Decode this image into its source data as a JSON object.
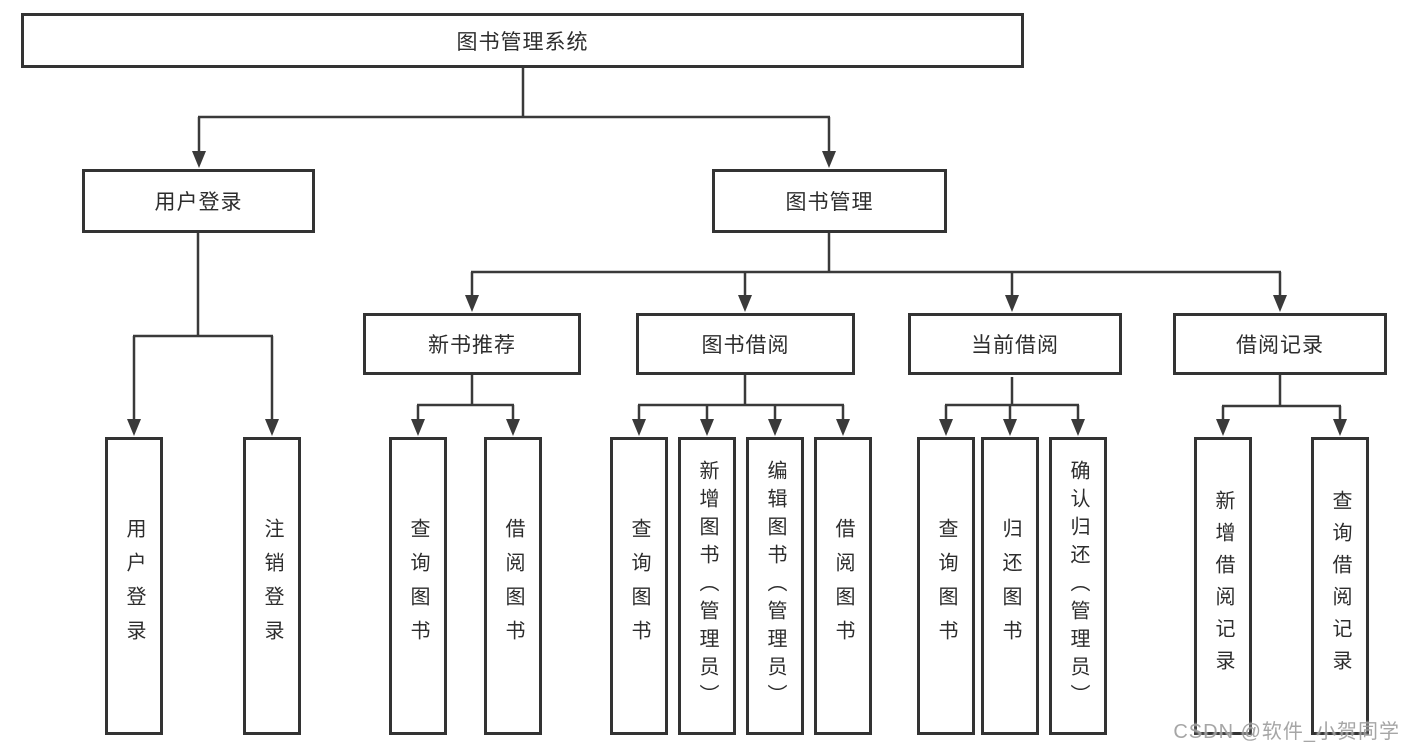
{
  "diagram": {
    "watermark": "CSDN @软件_小贺同学",
    "colors": {
      "background": "#ffffff",
      "line": "#3a3a3a",
      "box_border": "#333333",
      "text": "#2d2d2d",
      "watermark_text": "#969696"
    },
    "tree": {
      "label": "图书管理系统",
      "children": [
        {
          "label": "用户登录",
          "children": [
            {
              "label": "用户登录"
            },
            {
              "label": "注销登录"
            }
          ]
        },
        {
          "label": "图书管理",
          "children": [
            {
              "label": "新书推荐",
              "children": [
                {
                  "label": "查询图书"
                },
                {
                  "label": "借阅图书"
                }
              ]
            },
            {
              "label": "图书借阅",
              "children": [
                {
                  "label": "查询图书"
                },
                {
                  "label": "新增图书（管理员）"
                },
                {
                  "label": "编辑图书（管理员）"
                },
                {
                  "label": "借阅图书"
                }
              ]
            },
            {
              "label": "当前借阅",
              "children": [
                {
                  "label": "查询图书"
                },
                {
                  "label": "归还图书"
                },
                {
                  "label": "确认归还（管理员）"
                }
              ]
            },
            {
              "label": "借阅记录",
              "children": [
                {
                  "label": "新增借阅记录"
                },
                {
                  "label": "查询借阅记录"
                }
              ]
            }
          ]
        }
      ]
    }
  }
}
